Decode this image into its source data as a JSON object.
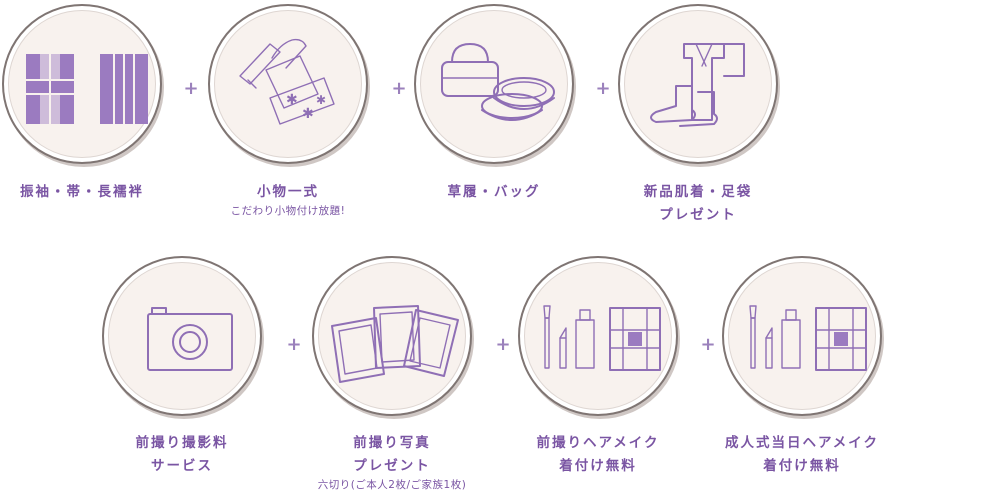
{
  "items": [
    {
      "line1": "振袖・帯・長襦袢",
      "line2": "",
      "sub": "",
      "icon": "kimono-set-icon"
    },
    {
      "line1": "小物一式",
      "line2": "",
      "sub": "こだわり小物付け放題!",
      "icon": "accessories-icon"
    },
    {
      "line1": "草履・バッグ",
      "line2": "",
      "sub": "",
      "icon": "zori-bag-icon"
    },
    {
      "line1": "新品肌着・足袋",
      "line2": "プレゼント",
      "sub": "",
      "icon": "underwear-tabi-icon"
    },
    {
      "line1": "前撮り撮影料",
      "line2": "サービス",
      "sub": "",
      "icon": "camera-icon"
    },
    {
      "line1": "前撮り写真",
      "line2": "プレゼント",
      "sub": "六切り(ご本人2枚/ご家族1枚)",
      "icon": "photos-icon"
    },
    {
      "line1": "前撮りヘアメイク",
      "line2": "着付け無料",
      "sub": "",
      "icon": "makeup-kimono-icon"
    },
    {
      "line1": "成人式当日ヘアメイク",
      "line2": "着付け無料",
      "sub": "",
      "icon": "makeup-kimono-icon"
    }
  ],
  "plus_symbol": "+",
  "colors": {
    "accent": "#7a55a3",
    "icon": "#9b7bc0",
    "circle_bg": "#f8f2ee",
    "circle_border": "#7f7573"
  }
}
